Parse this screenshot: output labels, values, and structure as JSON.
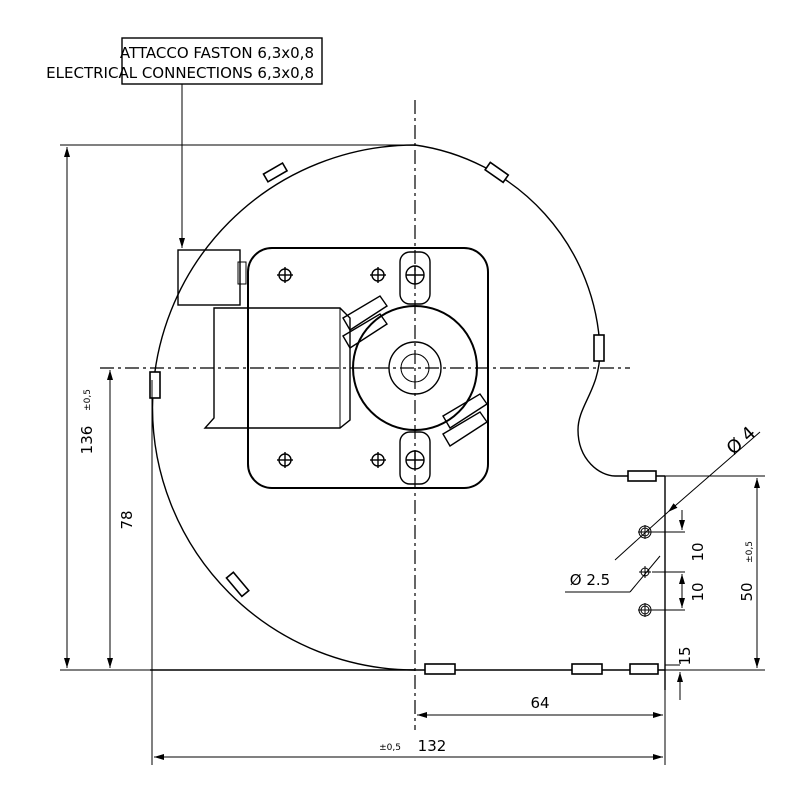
{
  "label_box": {
    "line1": "ATTACCO FASTON 6,3x0,8",
    "line2": "ELECTRICAL CONNECTIONS 6,3x0,8"
  },
  "dimensions": {
    "height_total": "136",
    "height_total_tol": "±0,5",
    "height_axis": "78",
    "width_total": "132",
    "width_total_tol": "±0,5",
    "outlet_offset": "64",
    "outlet_height": "50",
    "outlet_height_tol": "±0,5",
    "hole_spacing_1": "10",
    "hole_spacing_2": "10",
    "bottom_offset": "15",
    "hole_diameter_large": "Ø 4",
    "hole_diameter_small": "Ø 2.5"
  }
}
